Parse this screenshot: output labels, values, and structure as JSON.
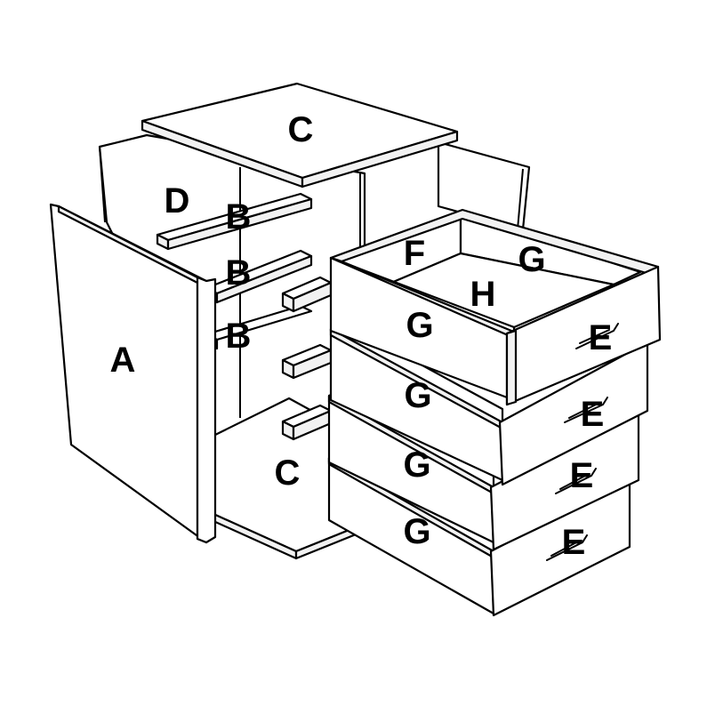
{
  "labels": {
    "top_panel": "C",
    "back_panel": "D",
    "side_panel": "A",
    "bottom_panel": "C",
    "shelf_1": "B",
    "shelf_2": "B",
    "shelf_3": "B",
    "drawer_back": "F",
    "drawer_side_back": "G",
    "drawer_bottom": "H",
    "drawer_1_side": "G",
    "drawer_2_side": "G",
    "drawer_3_side": "G",
    "drawer_4_side": "G",
    "drawer_1_front": "E",
    "drawer_2_front": "E",
    "drawer_3_front": "E",
    "drawer_4_front": "E"
  },
  "colors": {
    "line": "#000000",
    "fill": "#ffffff"
  }
}
